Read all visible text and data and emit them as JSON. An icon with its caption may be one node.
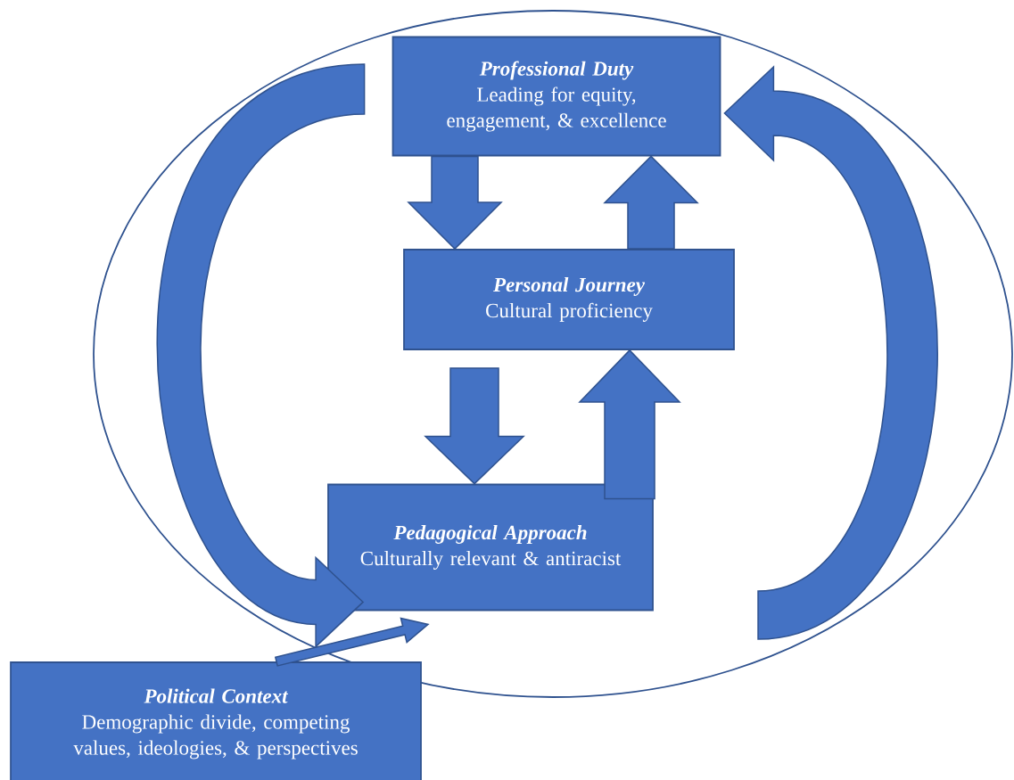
{
  "diagram": {
    "nodes": [
      {
        "text": [
          "Professional Duty",
          "Leading for equity, engagement, & excellence"
        ]
      },
      {
        "text": [
          "Personal Journey",
          "Cultural proficiency"
        ]
      },
      {
        "text": [
          "Pedagogical Approach",
          "Culturally relevant & antiracist"
        ]
      },
      {
        "text": [
          "Political Context",
          "Demographic divide, competing values, ideologies, & perspectives"
        ]
      }
    ],
    "edges": [
      {
        "from": 0,
        "to": 1,
        "arrow": "to"
      },
      {
        "from": 1,
        "to": 0,
        "arrow": "to"
      },
      {
        "from": 1,
        "to": 2,
        "arrow": "to"
      },
      {
        "from": 2,
        "to": 1,
        "arrow": "to"
      },
      {
        "from": 0,
        "to": 2,
        "arrow": "to"
      },
      {
        "from": null,
        "to": 0,
        "arrow": "to"
      },
      {
        "from": 3,
        "to": 2,
        "arrow": "to"
      }
    ]
  }
}
